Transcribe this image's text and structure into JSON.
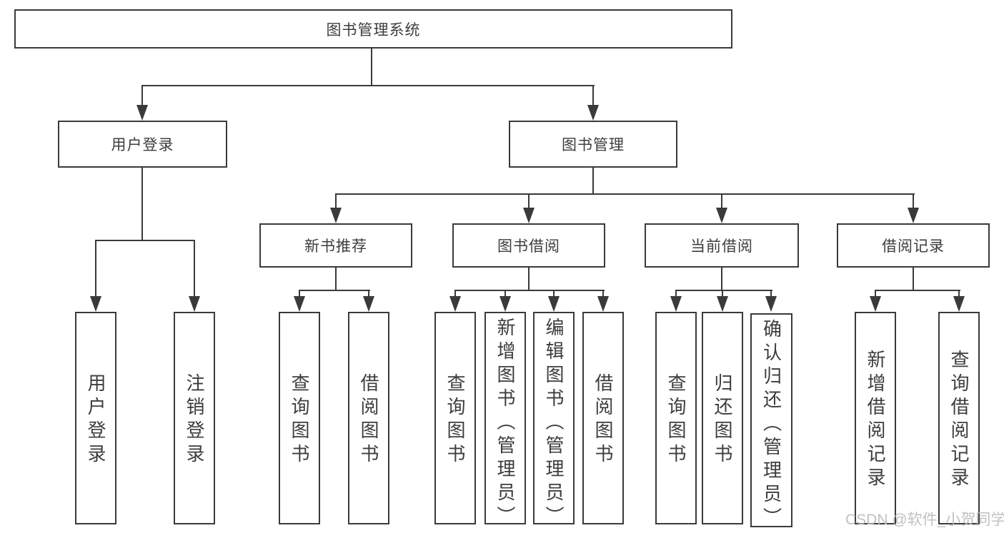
{
  "tree": {
    "root": {
      "label": "图书管理系统"
    },
    "branches": [
      {
        "label": "用户登录",
        "leaves": [
          {
            "label": "用户登录"
          },
          {
            "label": "注销登录"
          }
        ]
      },
      {
        "label": "图书管理",
        "sections": [
          {
            "label": "新书推荐",
            "leaves": [
              {
                "label": "查询图书"
              },
              {
                "label": "借阅图书"
              }
            ]
          },
          {
            "label": "图书借阅",
            "leaves": [
              {
                "label": "查询图书"
              },
              {
                "label": "新增图书（管理员）"
              },
              {
                "label": "编辑图书（管理员）"
              },
              {
                "label": "借阅图书"
              }
            ]
          },
          {
            "label": "当前借阅",
            "leaves": [
              {
                "label": "查询图书"
              },
              {
                "label": "归还图书"
              },
              {
                "label": "确认归还（管理员）"
              }
            ]
          },
          {
            "label": "借阅记录",
            "leaves": [
              {
                "label": "新增借阅记录"
              },
              {
                "label": "查询借阅记录"
              }
            ]
          }
        ]
      }
    ]
  },
  "watermark": "CSDN @软件_小贺同学",
  "colors": {
    "line": "#3a3a3a",
    "text": "#3d3d3d",
    "watermark": "#b9b9b9",
    "background": "#ffffff"
  }
}
